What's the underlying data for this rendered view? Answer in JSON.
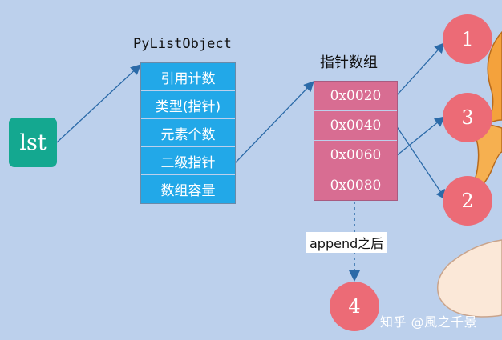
{
  "variable": {
    "label": "lst"
  },
  "struct": {
    "title": "PyListObject",
    "fields": [
      "引用计数",
      "类型(指针)",
      "元素个数",
      "二级指针",
      "数组容量"
    ]
  },
  "pointer_array": {
    "title": "指针数组",
    "cells": [
      "0x0020",
      "0x0040",
      "0x0060",
      "0x0080"
    ]
  },
  "objects": [
    "1",
    "3",
    "2"
  ],
  "appended": {
    "label": "append之后",
    "object": "4"
  },
  "watermark": "知乎 @風之千景",
  "colors": {
    "background": "#bcd0ec",
    "variable_box": "#14a890",
    "struct_row": "#22a8e8",
    "array_cell": "#d86d92",
    "object_node": "#ec6b76",
    "arrow": "#2b6aa8",
    "illustration_skin": "#fbe8d8",
    "illustration_hair": "#f4a23c"
  }
}
